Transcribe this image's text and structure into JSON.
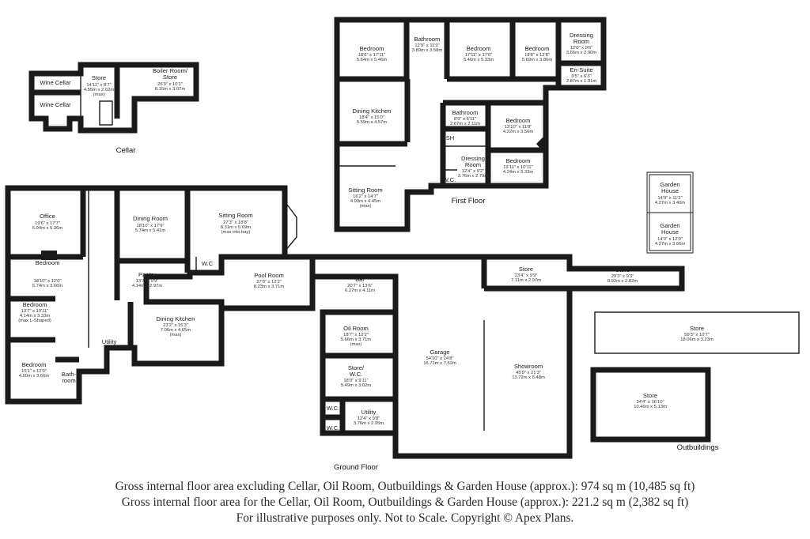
{
  "levels": {
    "cellar": "Cellar",
    "first_floor": "First Floor",
    "ground_floor": "Ground Floor",
    "outbuildings": "Outbuildings"
  },
  "rooms": {
    "cellar": [
      {
        "name": "Wine Cellar",
        "lines": []
      },
      {
        "name": "Wine Cellar",
        "lines": []
      },
      {
        "name": "Store",
        "lines": [
          "14'11\" x 8'7\"",
          "4.55m x 2.62m",
          "(max)"
        ]
      },
      {
        "name": "Boiler Room/",
        "lines": [
          "Store",
          "26'9\" x 10'1\"",
          "8.15m x 3.07m"
        ]
      }
    ],
    "first_floor": [
      {
        "name": "Bedroom",
        "lines": [
          "18'6\" x 17'11\"",
          "5.64m x 5.46m"
        ]
      },
      {
        "name": "Bathroom",
        "lines": [
          "12'9\" x 11'9\"",
          "3.89m x 3.58m"
        ]
      },
      {
        "name": "Bedroom",
        "lines": [
          "17'11\" x 17'6\"",
          "5.46m x 5.33m"
        ]
      },
      {
        "name": "Bedroom",
        "lines": [
          "18'8\" x 12'8\"",
          "5.69m x 3.86m"
        ]
      },
      {
        "name": "Dressing",
        "lines": [
          "Room",
          "12'0\" x 9'6\"",
          "3.66m x 2.90m"
        ]
      },
      {
        "name": "En-Suite",
        "lines": [
          "9'5\" x 6'3\"",
          "2.87m x 1.91m"
        ]
      },
      {
        "name": "Dining Kitchen",
        "lines": [
          "18'4\" x 15'0\"",
          "5.59m x 4.57m"
        ]
      },
      {
        "name": "Bathroom",
        "lines": [
          "8'9\" x 6'11\"",
          "2.67m x 2.11m"
        ]
      },
      {
        "name": "Bedroom",
        "lines": [
          "13'10\" x 11'8\"",
          "4.22m x 3.56m"
        ]
      },
      {
        "name": "SH",
        "lines": []
      },
      {
        "name": "Dressing",
        "lines": [
          "Room",
          "12'4\" x 9'2\"",
          "3.76m x 2.79m"
        ]
      },
      {
        "name": "Bedroom",
        "lines": [
          "13'11\" x 10'11\"",
          "4.24m x 3.33m"
        ]
      },
      {
        "name": "W.C.",
        "lines": []
      },
      {
        "name": "Sitting Room",
        "lines": [
          "16'2\" x 14'7\"",
          "4.93m x 4.45m",
          "(max)"
        ]
      }
    ],
    "garden_house": [
      {
        "name": "Garden",
        "lines": [
          "House",
          "14'0\" x 11'2\"",
          "4.27m x 3.40m"
        ]
      },
      {
        "name": "Garden",
        "lines": [
          "House",
          "14'0\" x 12'0\"",
          "4.27m x 3.66m"
        ]
      }
    ],
    "ground_floor": [
      {
        "name": "Office",
        "lines": [
          "19'6\" x 17'7\"",
          "5.94m x 5.36m"
        ]
      },
      {
        "name": "Dining Room",
        "lines": [
          "18'10\" x 17'9\"",
          "5.74m x 5.41m"
        ]
      },
      {
        "name": "Sitting Room",
        "lines": [
          "27'3\" x 18'8\"",
          "8.31m x 5.69m",
          "(max into bay)"
        ]
      },
      {
        "name": "W.C",
        "lines": []
      },
      {
        "name": "Bedroom",
        "lines": [
          "18'10\" x 12'0\"",
          "5.74m x 3.66m"
        ]
      },
      {
        "name": "Pantry",
        "lines": [
          "13'7\" x 9'9\"",
          "4.14m x 2.97m"
        ]
      },
      {
        "name": "Pool Room",
        "lines": [
          "27'0\" x 12'2\"",
          "8.23m x 3.71m"
        ]
      },
      {
        "name": "Bar",
        "lines": [
          "20'7\" x 13'6\"",
          "6.27m x 4.11m"
        ]
      },
      {
        "name": "Store",
        "lines": [
          "23'4\" x 9'9\"",
          "7.11m x 2.97m"
        ]
      },
      {
        "name": "Store",
        "lines": [
          "29'3\" x 9'3\"",
          "8.92m x 2.82m"
        ]
      },
      {
        "name": "Bedroom",
        "lines": [
          "13'7\" x 10'11\"",
          "4.14m x 3.33m",
          "(max L-Shaped)"
        ]
      },
      {
        "name": "Dining Kitchen",
        "lines": [
          "23'2\" x 15'3\"",
          "7.06m x 4.65m",
          "(max)"
        ]
      },
      {
        "name": "Oil Room",
        "lines": [
          "18'7\" x 12'2\"",
          "5.66m x 3.71m",
          "(max)"
        ]
      },
      {
        "name": "Utility",
        "lines": []
      },
      {
        "name": "Garage",
        "lines": [
          "54'10\" x 24'8\"",
          "16.71m x 7.52m"
        ]
      },
      {
        "name": "Showroom",
        "lines": [
          "45'0\" x 21'3\"",
          "13.72m x 6.48m"
        ]
      },
      {
        "name": "Bedroom",
        "lines": [
          "15'1\" x 12'0\"",
          "4.60m x 3.66m"
        ]
      },
      {
        "name": "Bath-",
        "lines": [
          "room"
        ]
      },
      {
        "name": "Store/",
        "lines": [
          "W.C.",
          "18'0\" x 9'11\"",
          "5.49m x 3.02m"
        ]
      },
      {
        "name": "W.C.",
        "lines": []
      },
      {
        "name": "W.C.",
        "lines": []
      },
      {
        "name": "Utility",
        "lines": [
          "12'4\" x 9'8\"",
          "3.76m x 2.95m"
        ]
      }
    ],
    "outbuildings": [
      {
        "name": "Store",
        "lines": [
          "59'3\" x 10'7\"",
          "18.06m x 3.23m"
        ]
      },
      {
        "name": "Store",
        "lines": [
          "34'4\" x 16'10\"",
          "10.46m x 5.13m"
        ]
      }
    ]
  },
  "notes": [
    "Gross internal floor area excluding Cellar, Oil Room, Outbuildings & Garden House (approx.): 974 sq m (10,485 sq ft)",
    "Gross internal floor area for the Cellar, Oil Room, Outbuildings & Garden House (approx.): 221.2 sq m (2,382 sq ft)",
    "For illustrative purposes only. Not to Scale. Copyright © Apex Plans."
  ]
}
